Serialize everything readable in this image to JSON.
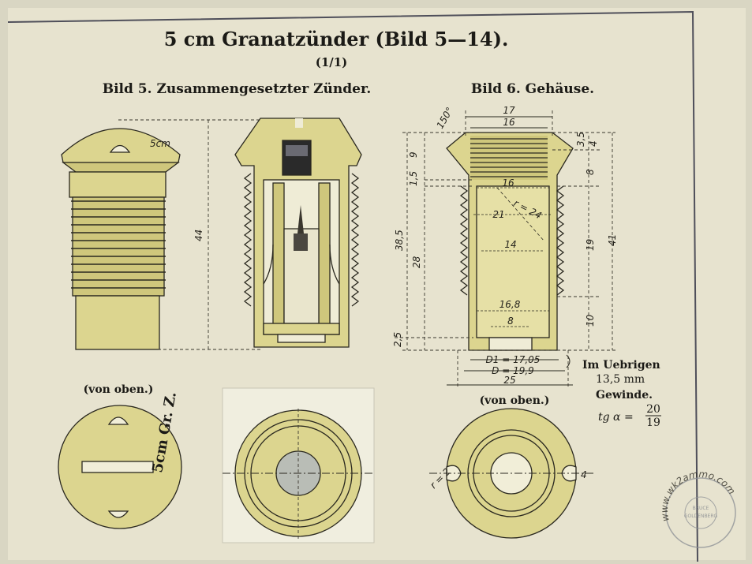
{
  "title": "5 cm Granatzünder (Bild 5—14).",
  "scale": "(1/1)",
  "fig5": {
    "caption": "Bild 5. Zusammengesetzter Zünder.",
    "nose_mark": "5cm",
    "height": "44",
    "top_view_label": "(von oben.)",
    "stamp": "5cm Gr. Z."
  },
  "fig6": {
    "caption": "Bild 6. Gehäuse.",
    "dims": {
      "d17": "17",
      "d16_top": "16",
      "d16_inner": "16",
      "r24": "r = 24",
      "d21": "21",
      "d14": "14",
      "d16_8": "16,8",
      "d8": "8",
      "a150": "150°",
      "a9": "9",
      "a1_5": "1,5",
      "h38_5": "38,5",
      "h28": "28",
      "h2_5": "2,5",
      "h3_5": "3,5",
      "h4": "4",
      "h8": "8",
      "h19": "19",
      "h10": "10",
      "h41": "41",
      "D1": "D1 = 17,05",
      "D": "D = 19,9",
      "w25": "25",
      "r2": "r = 2",
      "w4": "4"
    },
    "top_view_label": "(von oben.)"
  },
  "thread_note": {
    "line1": "Im Uebrigen",
    "line2": "13,5 mm",
    "line3": "Gewinde.",
    "formula_lhs": "tg α =",
    "num": "20",
    "den": "19"
  },
  "watermark": {
    "ring_outer": "www.wk2ammo.com",
    "center": "BRUCE\nGOLDENBERG"
  },
  "colors": {
    "paper": "#e6e2cc",
    "border": "#5a5a66",
    "fill": "#dcd58f",
    "fill_dark": "#cfc77c"
  }
}
